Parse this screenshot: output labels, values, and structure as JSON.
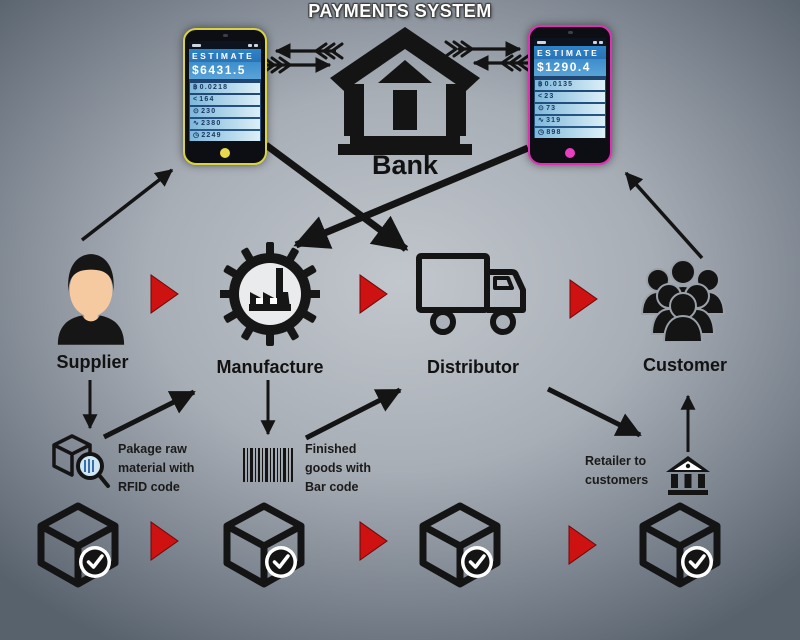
{
  "title": "PAYMENTS SYSTEM",
  "bank": {
    "label": "Bank",
    "icon": "bank-building-icon"
  },
  "phones": {
    "left": {
      "name": "supplier-phone",
      "accent_color": "#d9d33f",
      "header": "ESTIMATE",
      "amount": "$6431.5",
      "rows": [
        {
          "icon": "bitcoin-icon",
          "glyph": "฿",
          "value": "0.0218"
        },
        {
          "icon": "share-icon",
          "glyph": "<",
          "value": "164"
        },
        {
          "icon": "coin-icon",
          "glyph": "⊙",
          "value": "230"
        },
        {
          "icon": "wave-icon",
          "glyph": "∿",
          "value": "2380"
        },
        {
          "icon": "clock-icon",
          "glyph": "◷",
          "value": "2249"
        }
      ]
    },
    "right": {
      "name": "customer-phone",
      "accent_color": "#e130b5",
      "header": "ESTIMATE",
      "amount": "$1290.4",
      "rows": [
        {
          "icon": "bitcoin-icon",
          "glyph": "฿",
          "value": "0.0135"
        },
        {
          "icon": "share-icon",
          "glyph": "<",
          "value": "23"
        },
        {
          "icon": "coin-icon",
          "glyph": "⊙",
          "value": "73"
        },
        {
          "icon": "wave-icon",
          "glyph": "∿",
          "value": "319"
        },
        {
          "icon": "clock-icon",
          "glyph": "◷",
          "value": "898"
        }
      ]
    }
  },
  "chain": [
    {
      "label": "Supplier",
      "icon": "supplier-person-icon"
    },
    {
      "label": "Manufacture",
      "icon": "factory-gear-icon"
    },
    {
      "label": "Distributor",
      "icon": "delivery-truck-icon"
    },
    {
      "label": "Customer",
      "icon": "customer-group-icon"
    }
  ],
  "annotations": [
    {
      "text": "Pakage raw material with RFID code",
      "icon": "rfid-package-icon"
    },
    {
      "text": "Finished goods with Bar code",
      "icon": "barcode-icon"
    },
    {
      "text": "Retailer to customers",
      "icon": "retail-store-icon"
    }
  ],
  "boxes": {
    "count": 4,
    "icon": "verified-package-cube-icon"
  },
  "colors": {
    "flow_arrow_red": "#ce1212",
    "diagram_arrow_black": "#141414",
    "background_center": "#c2c7cd",
    "background_edge": "#58626d",
    "phone_screen_blue": "#2e84c9"
  }
}
